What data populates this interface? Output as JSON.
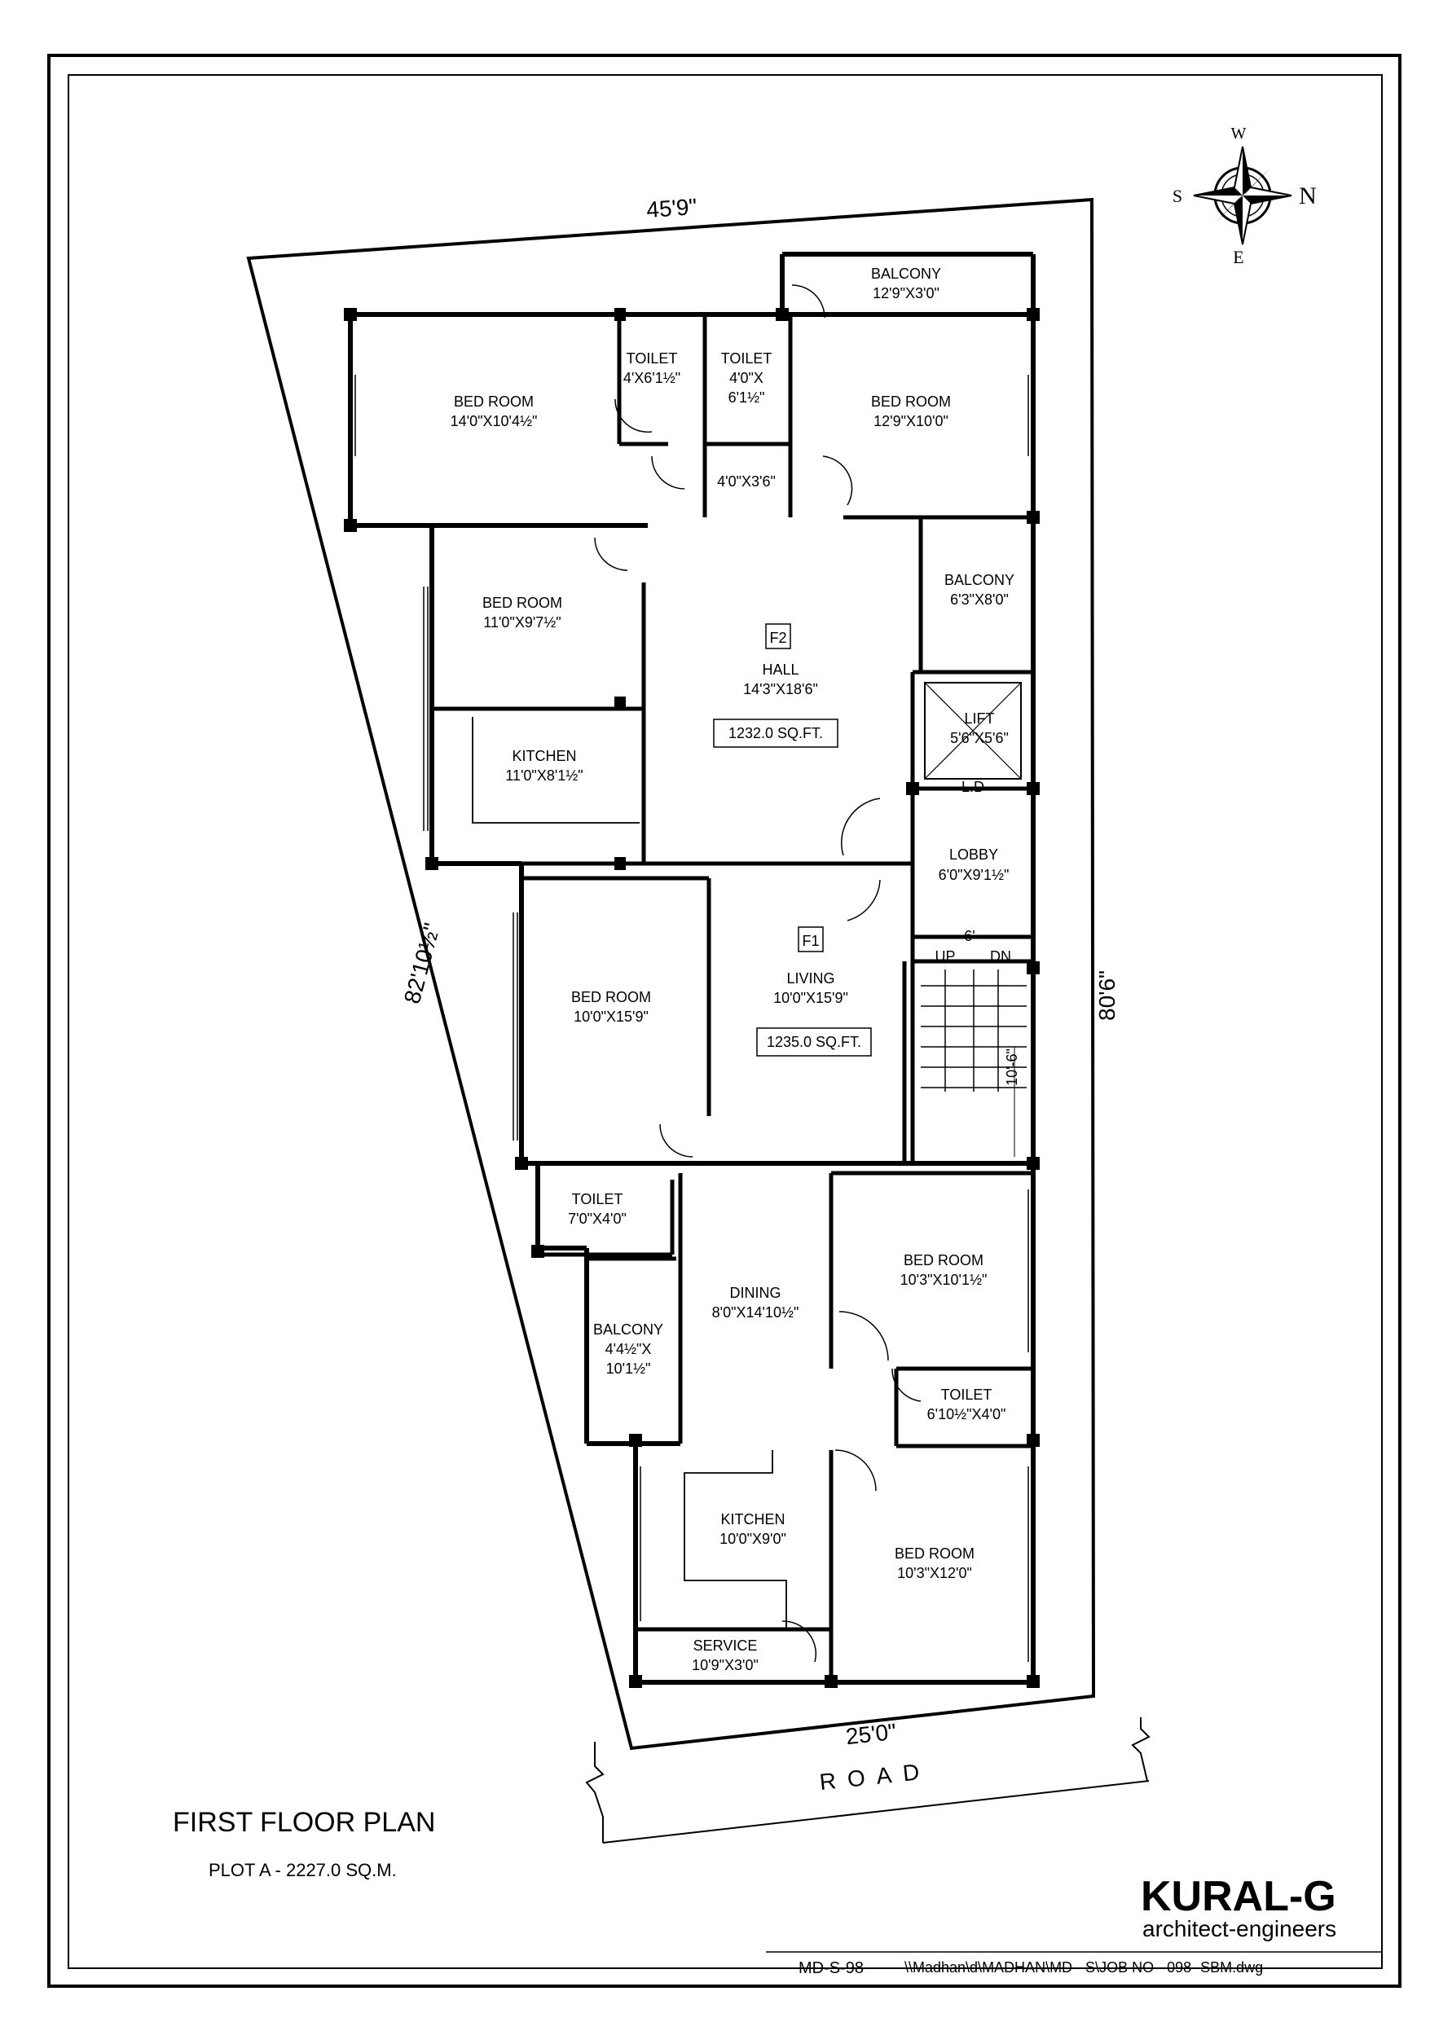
{
  "rooms": [
    {
      "name": "BED ROOM",
      "size": "14'0\"X10'4½\""
    },
    {
      "name": "TOILET",
      "size": "4'X6'1½\""
    },
    {
      "name": "TOILET",
      "size1": "4'0\"X",
      "size2": "6'1½\""
    },
    {
      "name": "BALCONY",
      "size": "12'9\"X3'0\""
    },
    {
      "name": "BED ROOM",
      "size": "12'9\"X10'0\""
    },
    {
      "size": "4'0\"X3'6\""
    },
    {
      "name": "BED ROOM",
      "size": "11'0\"X9'7½\""
    },
    {
      "name": "BALCONY",
      "size": "6'3\"X8'0\""
    },
    {
      "tag": "F2",
      "name": "HALL",
      "size": "14'3\"X18'6\"",
      "area": "1232.0 SQ.FT."
    },
    {
      "name": "KITCHEN",
      "size": "11'0\"X8'1½\""
    },
    {
      "name": "LIFT",
      "size": "5'6\"X5'6\""
    },
    {
      "name": "L.D"
    },
    {
      "name": "LOBBY",
      "size": "6'0\"X9'1½\""
    },
    {
      "name": "BED ROOM",
      "size": "10'0\"X15'9\""
    },
    {
      "tag": "F1",
      "name": "LIVING",
      "size": "10'0\"X15'9\"",
      "area": "1235.0 SQ.FT."
    },
    {
      "name": "TOILET",
      "size": "7'0\"X4'0\""
    },
    {
      "name": "DINING",
      "size": "8'0\"X14'10½\""
    },
    {
      "name": "BALCONY",
      "size1": "4'4½\"X",
      "size2": "10'1½\""
    },
    {
      "name": "BED ROOM",
      "size": "10'3\"X10'1½\""
    },
    {
      "name": "TOILET",
      "size": "6'10½\"X4'0\""
    },
    {
      "name": "KITCHEN",
      "size": "10'0\"X9'0\""
    },
    {
      "name": "BED ROOM",
      "size": "10'3\"X12'0\""
    },
    {
      "name": "SERVICE",
      "size": "10'9\"X3'0\""
    }
  ],
  "stairs": {
    "up": "UP",
    "dn": "DN",
    "width": "6'",
    "length": "10'-6\""
  },
  "dimensions": {
    "top": "45'9\"",
    "left": "82'10½\"",
    "right": "80'6\"",
    "bottom": "25'0\""
  },
  "road": "ROAD",
  "compass": {
    "n": "N",
    "s": "S",
    "e": "E",
    "w": "W"
  },
  "title": {
    "main": "FIRST FLOOR PLAN",
    "plot": "PLOT A - 2227.0 SQ.M."
  },
  "firm": {
    "name": "KURAL-G",
    "sub": "architect-engineers"
  },
  "footer": {
    "code": "MD-S-98",
    "path": "\\\\Madhan\\d\\MADHAN\\MD - S\\JOB NO - 098 -SBM.dwg"
  }
}
